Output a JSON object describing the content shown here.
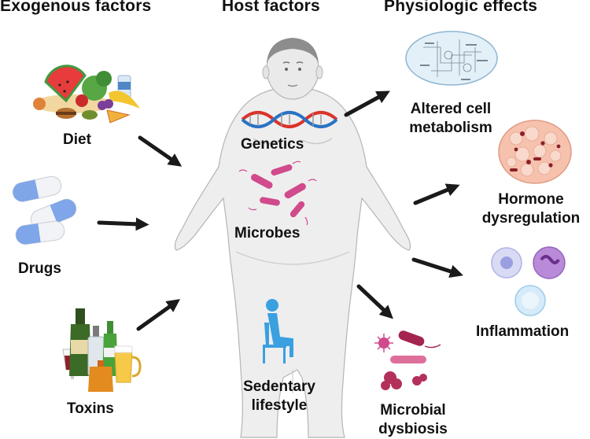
{
  "headers": {
    "exogenous": "Exogenous factors",
    "host": "Host factors",
    "physiologic": "Physiologic effects"
  },
  "exogenous_factors": {
    "diet": "Diet",
    "drugs": "Drugs",
    "toxins": "Toxins"
  },
  "host_factors": {
    "genetics": "Genetics",
    "microbes": "Microbes",
    "sedentary_line1": "Sedentary",
    "sedentary_line2": "lifestyle"
  },
  "physiologic_effects": {
    "metabolism_line1": "Altered cell",
    "metabolism_line2": "metabolism",
    "hormone_line1": "Hormone",
    "hormone_line2": "dysregulation",
    "inflammation": "Inflammation",
    "dysbiosis_line1": "Microbial",
    "dysbiosis_line2": "dysbiosis"
  },
  "colors": {
    "arrow": "#1a1a1a",
    "body_fill": "#eeeeee",
    "body_stroke": "#b5b5b5",
    "dna_red": "#d9342b",
    "dna_blue": "#2a73c4",
    "microbe_pink": "#d04a8c",
    "chair_blue": "#3aa0e0",
    "pill_blue": "#7fa6e8"
  }
}
